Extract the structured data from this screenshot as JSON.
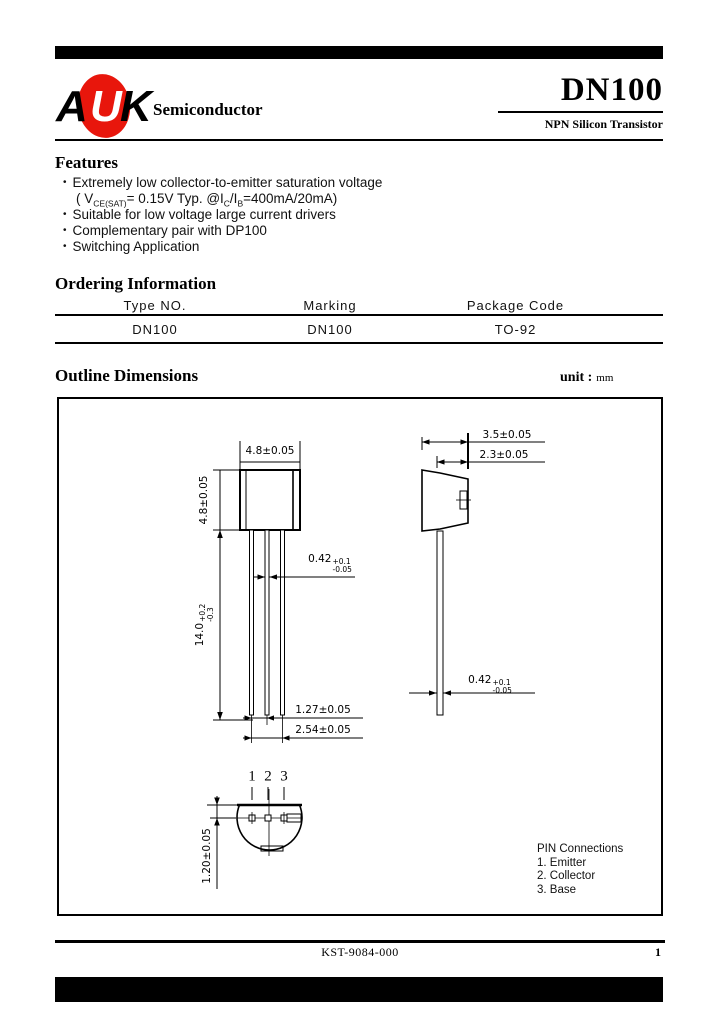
{
  "header": {
    "logo": {
      "a": "A",
      "u": "U",
      "k": "K",
      "text": "Semiconductor"
    },
    "part_number": "DN100",
    "subtitle": "NPN Silicon Transistor"
  },
  "features": {
    "title": "Features",
    "bullet": "•",
    "item1": "Extremely low collector-to-emitter saturation voltage",
    "item1_detail": [
      {
        "t": "( V"
      },
      {
        "t": "CE(SAT)",
        "sub": true
      },
      {
        "t": "= 0.15V Typ. @I"
      },
      {
        "t": "C",
        "sub": true
      },
      {
        "t": "/I"
      },
      {
        "t": "B",
        "sub": true
      },
      {
        "t": "=400mA/20mA)"
      }
    ],
    "item2": "Suitable for low voltage large current drivers",
    "item3": "Complementary pair with DP100",
    "item4": "Switching Application"
  },
  "ordering": {
    "title": "Ordering Information",
    "col1": "Type NO.",
    "col2": "Marking",
    "col3": "Package Code",
    "row1": "DN100",
    "row2": "DN100",
    "row3": "TO-92"
  },
  "outline": {
    "title": "Outline Dimensions",
    "unit_label": "unit :",
    "unit_value": "mm",
    "dim_body_width": "4.8±0.05",
    "dim_body_height": "4.8±0.05",
    "dim_lead_w_front": {
      "v": "0.42",
      "p": "+0.1",
      "m": "-0.05"
    },
    "dim_lead_length": {
      "v": "14.0",
      "p": "+0.2",
      "m": "-0.3"
    },
    "dim_pitch": "1.27±0.05",
    "dim_pitch2": "2.54±0.05",
    "dim_depth": "3.5±0.05",
    "dim_depth2": "2.3±0.05",
    "dim_lead_w_side": {
      "v": "0.42",
      "p": "+0.1",
      "m": "-0.05"
    },
    "dim_pin_offset": "1.20±0.05",
    "pin1": "1",
    "pin2": "2",
    "pin3": "3",
    "pin_conn_title": "PIN Connections",
    "pin_conn_1": "1. Emitter",
    "pin_conn_2": "2. Collector",
    "pin_conn_3": "3. Base"
  },
  "footer": {
    "doc_code": "KST-9084-000",
    "page": "1"
  },
  "colors": {
    "logo_red": "#e8160c",
    "ink": "#000000"
  }
}
